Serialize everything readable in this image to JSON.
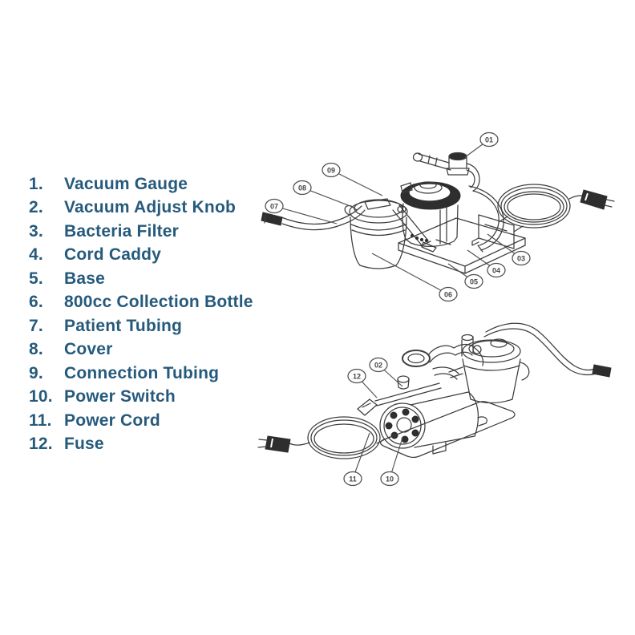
{
  "parts_list": {
    "items": [
      {
        "num": "1.",
        "label": "Vacuum Gauge"
      },
      {
        "num": "2.",
        "label": "Vacuum Adjust Knob"
      },
      {
        "num": "3.",
        "label": "Bacteria Filter"
      },
      {
        "num": "4.",
        "label": "Cord Caddy"
      },
      {
        "num": "5.",
        "label": "Base"
      },
      {
        "num": "6.",
        "label": "800cc Collection Bottle"
      },
      {
        "num": "7.",
        "label": "Patient Tubing"
      },
      {
        "num": "8.",
        "label": "Cover"
      },
      {
        "num": "9.",
        "label": "Connection Tubing"
      },
      {
        "num": "10.",
        "label": "Power Switch"
      },
      {
        "num": "11.",
        "label": "Power Cord"
      },
      {
        "num": "12.",
        "label": "Fuse"
      }
    ]
  },
  "diagram_top": {
    "callouts": [
      {
        "label": "01"
      },
      {
        "label": "09"
      },
      {
        "label": "08"
      },
      {
        "label": "07"
      },
      {
        "label": "03"
      },
      {
        "label": "04"
      },
      {
        "label": "05"
      },
      {
        "label": "06"
      }
    ]
  },
  "diagram_bottom": {
    "callouts": [
      {
        "label": "02"
      },
      {
        "label": "12"
      },
      {
        "label": "11"
      },
      {
        "label": "10"
      }
    ]
  },
  "colors": {
    "list_text": "#265a7c",
    "line_art": "#3d3d3d",
    "callout_stroke": "#4f4f4f"
  }
}
